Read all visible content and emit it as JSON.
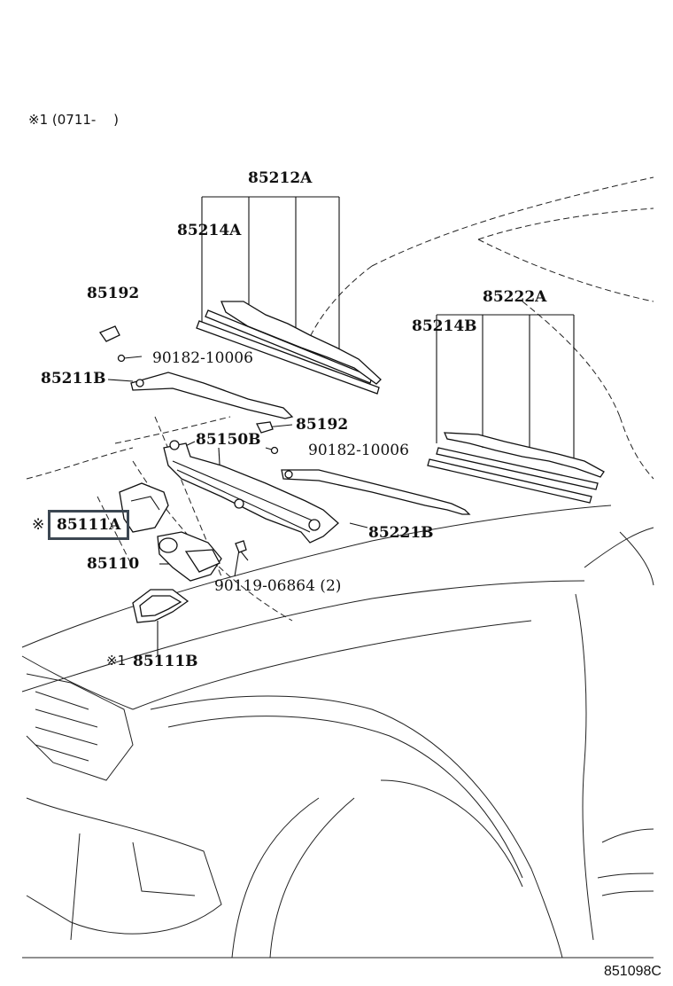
{
  "note": "※1 (0711-　 )",
  "parts": {
    "blade_assy_front": "85212A",
    "blade_rubber_front": "85214A",
    "cap_left": "85192",
    "nut_left": "90182-10006",
    "arm_front": "85211B",
    "cap_right": "85192",
    "link_assy": "85150B",
    "nut_right": "90182-10006",
    "blade_assy_rear": "85222A",
    "blade_rubber_rear": "85214B",
    "arm_rear": "85221B",
    "motor_cover_mark": "※",
    "motor_cover": "85111A",
    "motor": "85110",
    "bolt": "90119-06864 (2)",
    "gasket_mark": "※1",
    "gasket": "85111B"
  },
  "diagram_code": "851098C",
  "colors": {
    "highlight_border": "#3c4752",
    "line": "#222222"
  }
}
